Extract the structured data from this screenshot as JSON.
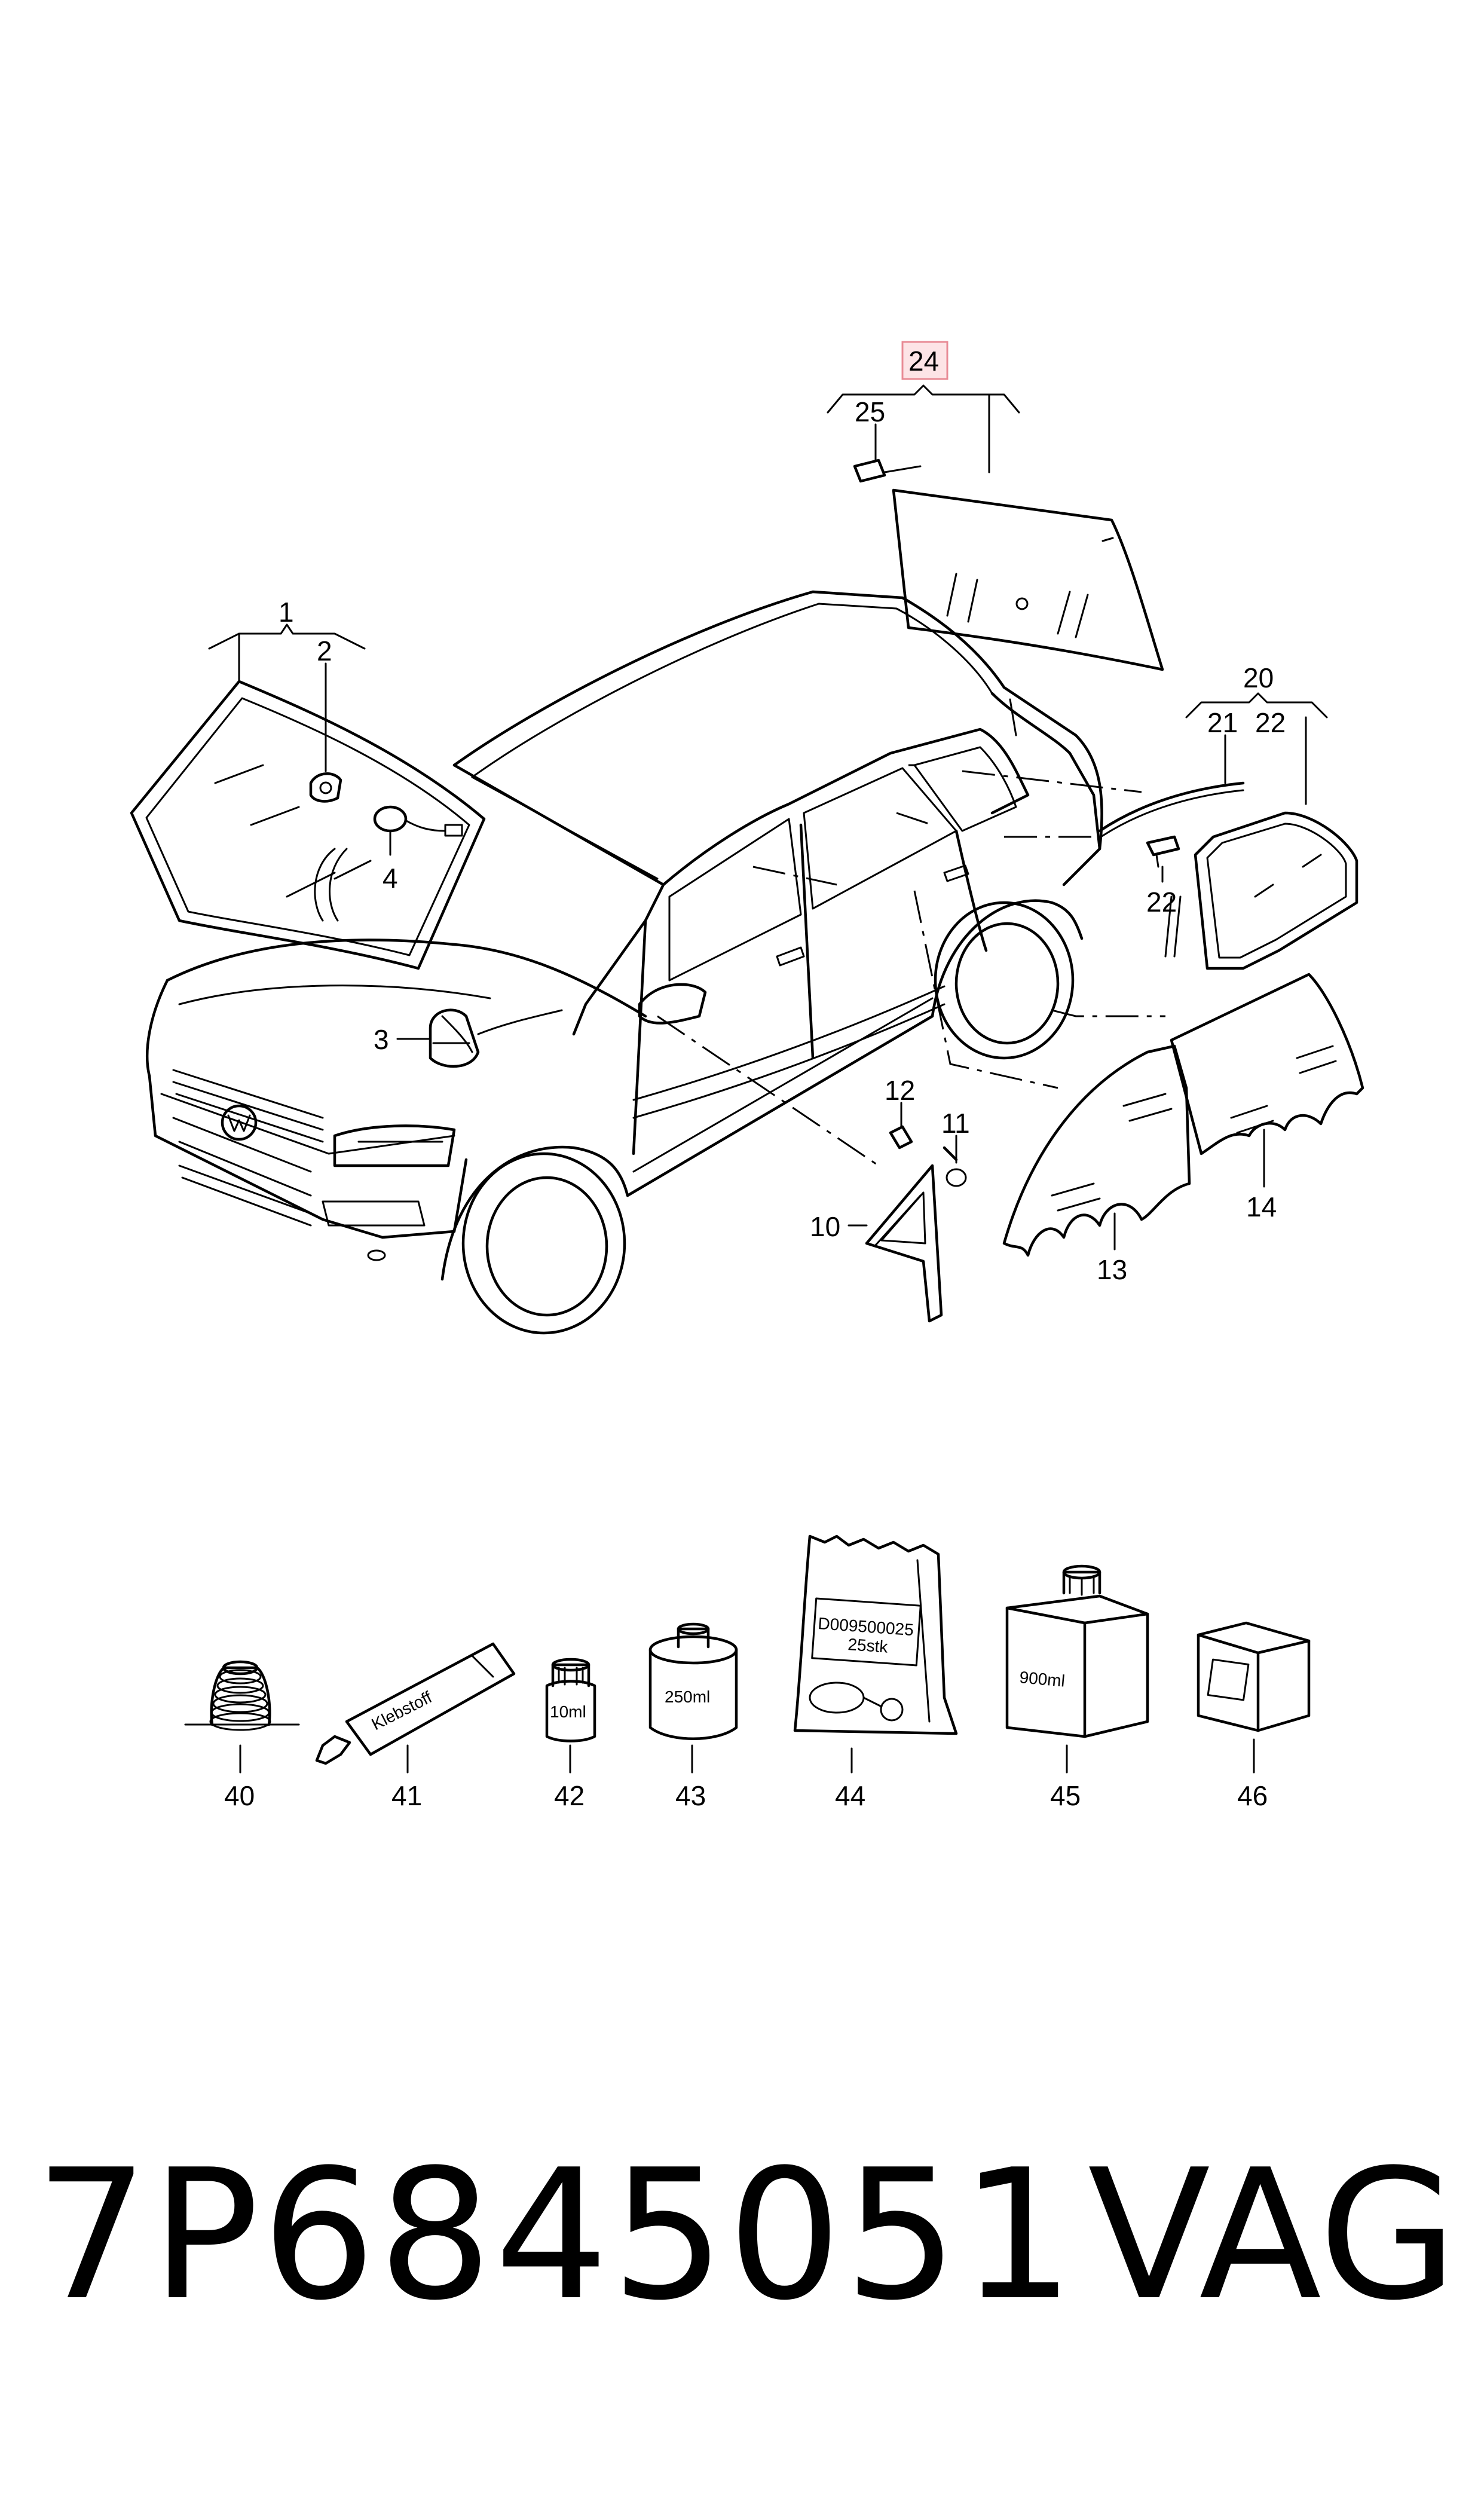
{
  "callouts": {
    "c1": "1",
    "c2": "2",
    "c3": "3",
    "c4": "4",
    "c10": "10",
    "c11": "11",
    "c12": "12",
    "c13": "13",
    "c14": "14",
    "c20": "20",
    "c21": "21",
    "c22a": "22",
    "c22b": "22",
    "c24": "24",
    "c25": "25",
    "c40": "40",
    "c41": "41",
    "c42": "42",
    "c43": "43",
    "c44": "44",
    "c45": "45",
    "c46": "46"
  },
  "highlight_color": "#f4a0a8",
  "item_labels": {
    "tube": "Klebstoff",
    "bottle_10": "10ml",
    "can_250": "250ml",
    "bag_line1": "D009500025",
    "bag_line2": "25stk",
    "box_900": "900ml"
  },
  "footer": {
    "part_number": "7P6845051",
    "brand": "VAG"
  }
}
